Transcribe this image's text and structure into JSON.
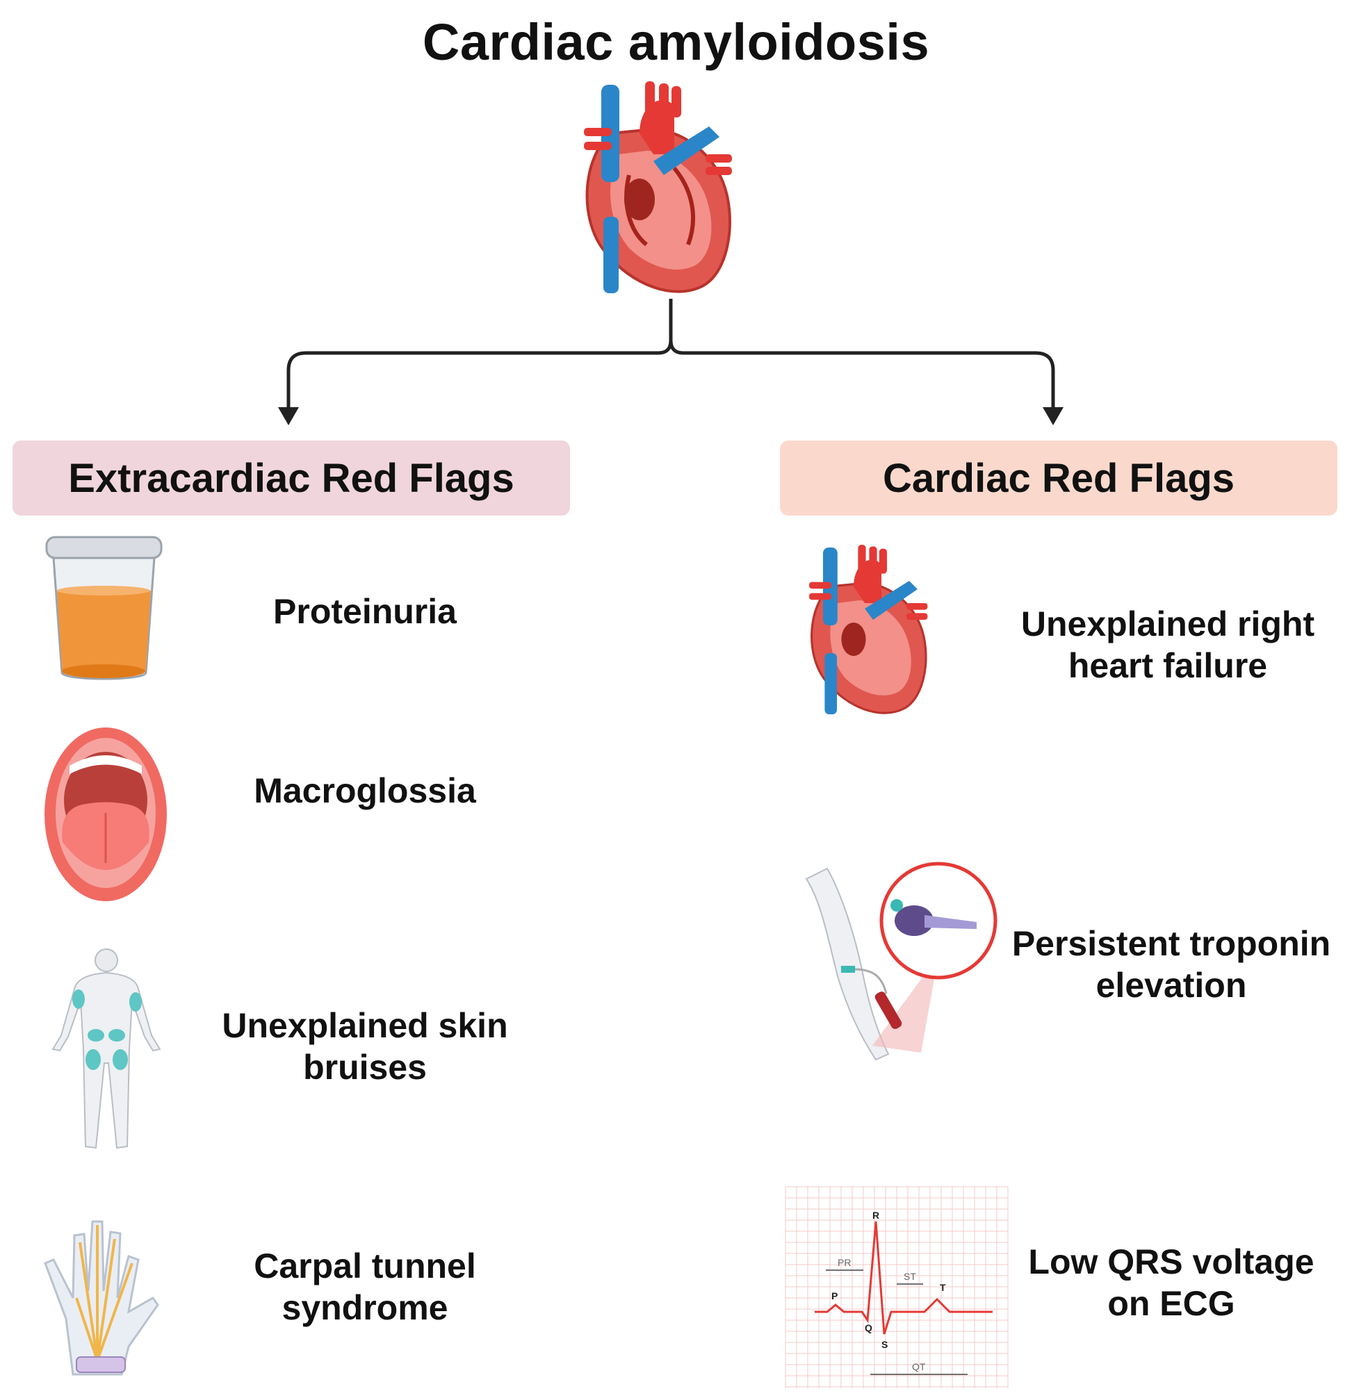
{
  "title": "Cardiac amyloidosis",
  "branches": {
    "left": {
      "header": "Extracardiac Red Flags",
      "header_color": "#f0d5dc",
      "items": [
        {
          "icon": "urine-cup-icon",
          "lines": [
            "Proteinuria"
          ]
        },
        {
          "icon": "open-mouth-tongue-icon",
          "lines": [
            "Macroglossia"
          ]
        },
        {
          "icon": "body-bruises-icon",
          "lines": [
            "Unexplained skin",
            "bruises"
          ]
        },
        {
          "icon": "hand-nerves-icon",
          "lines": [
            "Carpal tunnel",
            "syndrome"
          ]
        }
      ]
    },
    "right": {
      "header": "Cardiac Red Flags",
      "header_color": "#fad9cc",
      "items": [
        {
          "icon": "heart-icon",
          "lines": [
            "Unexplained right",
            "heart failure"
          ]
        },
        {
          "icon": "blood-draw-troponin-icon",
          "lines": [
            "Persistent troponin",
            "elevation"
          ]
        },
        {
          "icon": "ecg-trace-icon",
          "lines": [
            "Low QRS voltage",
            "on ECG"
          ]
        }
      ]
    }
  },
  "ecg_labels": {
    "p": "P",
    "q": "Q",
    "r": "R",
    "s": "S",
    "t": "T",
    "pr": "PR",
    "st": "ST",
    "qt": "QT"
  }
}
